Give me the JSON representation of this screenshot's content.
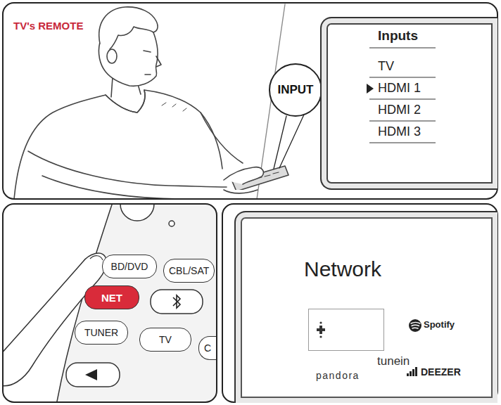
{
  "diagram": {
    "nodes": [
      {
        "text": [
          "INPUT"
        ]
      },
      {
        "text": [
          "Inputs",
          "TV",
          "HDMI 1",
          "HDMI 2",
          "HDMI 3"
        ]
      },
      {
        "text": [
          "BD/DVD"
        ]
      },
      {
        "text": [
          "CBL/SAT"
        ]
      },
      {
        "text": [
          "NET"
        ]
      },
      {
        "text": [
          "TUNER"
        ]
      },
      {
        "text": [
          "TV"
        ]
      },
      {
        "text": [
          "C"
        ]
      },
      {
        "text": [
          "Network"
        ]
      },
      {
        "text": [
          "tunein"
        ],
        "in": 8
      }
    ],
    "labels": [
      "TV's REMOTE",
      "Spotify",
      "pandora",
      "DEEZER"
    ]
  }
}
